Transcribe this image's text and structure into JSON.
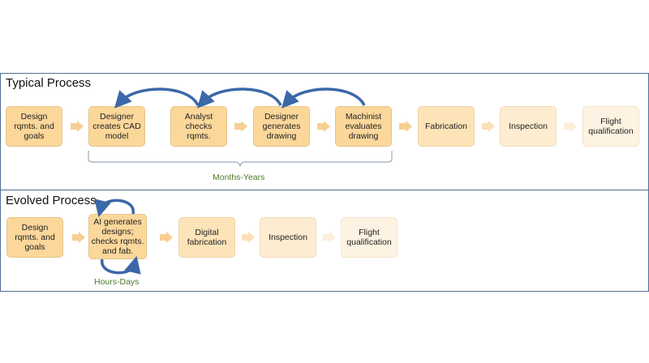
{
  "typical": {
    "title": "Typical Process",
    "steps": [
      "Design\nrqmts. and\ngoals",
      "Designer\ncreates CAD\nmodel",
      "Analyst\nchecks\nrqmts.",
      "Designer\ngenerates\ndrawing",
      "Machinist\nevaluates\ndrawing",
      "Fabrication",
      "Inspection",
      "Flight\nqualification"
    ],
    "duration": "Months-Years"
  },
  "evolved": {
    "title": "Evolved Process",
    "steps": [
      "Design\nrqmts. and\ngoals",
      "AI generates\ndesigns;\nchecks rqmts.\nand fab.",
      "Digital\nfabrication",
      "Inspection",
      "Flight\nqualification"
    ],
    "duration": "Hours-Days"
  },
  "colors": {
    "box_dark": "#fbd79a",
    "box_mid": "#fde4b8",
    "box_light": "#fdecd0",
    "box_lightest": "#fef3e2",
    "border": "#e6c48a",
    "arrow": "#f7cf94",
    "loop_arrow": "#3b68a8",
    "panel_border": "#4e6f96",
    "duration_text": "#4d7a2a"
  }
}
